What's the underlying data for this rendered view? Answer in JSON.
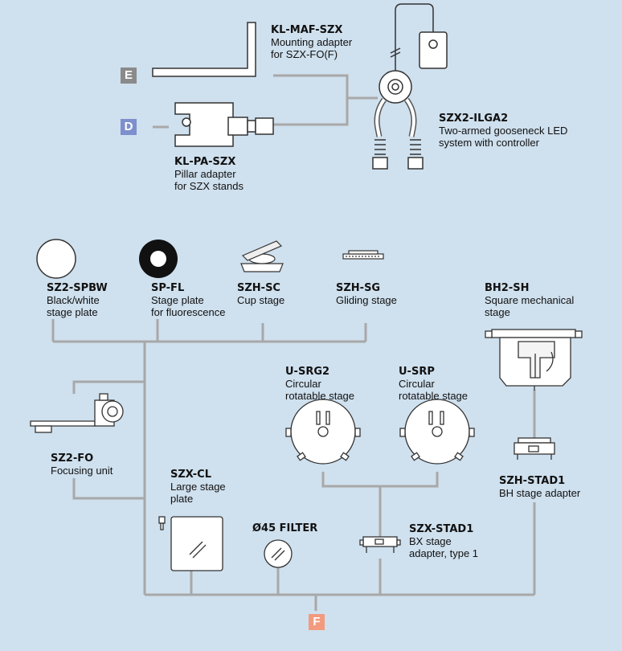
{
  "colors": {
    "background": "#cfe0ee",
    "line": "#a8a8a8",
    "badge_E": "#8a8a8a",
    "badge_D": "#7d8fcc",
    "badge_F": "#f39a7e"
  },
  "badges": {
    "E": "E",
    "D": "D",
    "F": "F"
  },
  "items": {
    "kl_maf_szx": {
      "code": "KL-MAF-SZX",
      "desc": "Mounting adapter\nfor SZX-FO(F)"
    },
    "szx2_ilga2": {
      "code": "SZX2-ILGA2",
      "desc": "Two-armed gooseneck LED\nsystem with controller"
    },
    "kl_pa_szx": {
      "code": "KL-PA-SZX",
      "desc": "Pillar adapter\nfor SZX stands"
    },
    "sz2_spbw": {
      "code": "SZ2-SPBW",
      "desc": "Black/white\nstage plate"
    },
    "sp_fl": {
      "code": "SP-FL",
      "desc": "Stage plate\nfor fluorescence"
    },
    "szh_sc": {
      "code": "SZH-SC",
      "desc": "Cup stage"
    },
    "szh_sg": {
      "code": "SZH-SG",
      "desc": "Gliding stage"
    },
    "bh2_sh": {
      "code": "BH2-SH",
      "desc": "Square mechanical\nstage"
    },
    "u_srg2": {
      "code": "U-SRG2",
      "desc": "Circular\nrotatable stage"
    },
    "u_srp": {
      "code": "U-SRP",
      "desc": "Circular\nrotatable stage"
    },
    "sz2_fo": {
      "code": "SZ2-FO",
      "desc": "Focusing unit"
    },
    "szx_cl": {
      "code": "SZX-CL",
      "desc": "Large stage\nplate"
    },
    "filter": {
      "code": "Ø45 FILTER"
    },
    "szx_stad1": {
      "code": "SZX-STAD1",
      "desc": "BX stage\nadapter, type 1"
    },
    "szh_stad1": {
      "code": "SZH-STAD1",
      "desc": "BH stage adapter"
    }
  }
}
